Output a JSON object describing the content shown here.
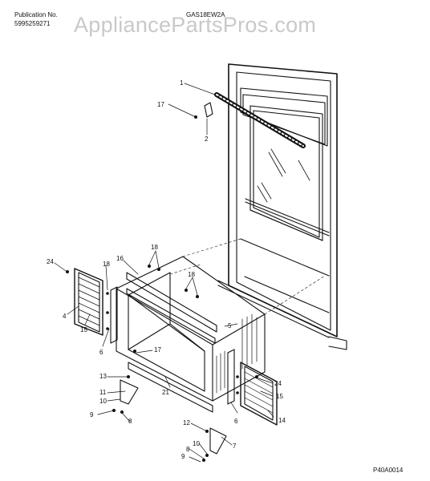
{
  "header": {
    "publication_label": "Publication No.",
    "publication_number": "5995259271",
    "model": "GAS18EW2A",
    "watermark": "AppliancePartsPros.com"
  },
  "footer": {
    "drawing_code": "P40A0014"
  },
  "callouts": [
    {
      "id": "c1",
      "text": "1"
    },
    {
      "id": "c2",
      "text": "2"
    },
    {
      "id": "c17a",
      "text": "17"
    },
    {
      "id": "c18a",
      "text": "18"
    },
    {
      "id": "c18b",
      "text": "18"
    },
    {
      "id": "c18c",
      "text": "18"
    },
    {
      "id": "c16",
      "text": "16"
    },
    {
      "id": "c24a",
      "text": "24"
    },
    {
      "id": "c4",
      "text": "4"
    },
    {
      "id": "c15a",
      "text": "15"
    },
    {
      "id": "c6a",
      "text": "6"
    },
    {
      "id": "c5",
      "text": "5"
    },
    {
      "id": "c17b",
      "text": "17"
    },
    {
      "id": "c13",
      "text": "13"
    },
    {
      "id": "c11",
      "text": "11"
    },
    {
      "id": "c10a",
      "text": "10"
    },
    {
      "id": "c9a",
      "text": "9"
    },
    {
      "id": "c8a",
      "text": "8"
    },
    {
      "id": "c21",
      "text": "21"
    },
    {
      "id": "c24b",
      "text": "24"
    },
    {
      "id": "c15b",
      "text": "15"
    },
    {
      "id": "c6b",
      "text": "6"
    },
    {
      "id": "c14",
      "text": "14"
    },
    {
      "id": "c12",
      "text": "12"
    },
    {
      "id": "c7",
      "text": "7"
    },
    {
      "id": "c10b",
      "text": "10"
    },
    {
      "id": "c8b",
      "text": "8"
    },
    {
      "id": "c9b",
      "text": "9"
    }
  ]
}
